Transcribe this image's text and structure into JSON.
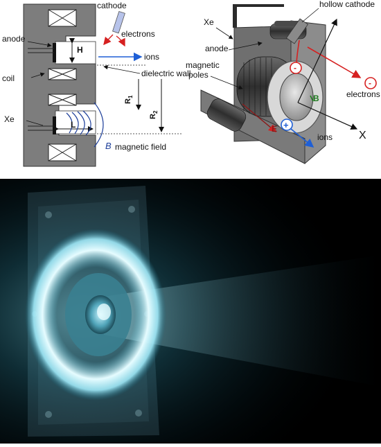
{
  "left_diagram": {
    "cathode": "cathode",
    "electrons": "electrons",
    "anode": "anode",
    "H": "H",
    "ions": "ions",
    "dielectric_wall": "dielectric wall",
    "coil": "coil",
    "R1": "R",
    "R1_sub": "1",
    "R2": "R",
    "R2_sub": "2",
    "Xe": "Xe",
    "L": "L",
    "B": "B",
    "magnetic_field": "magnetic field"
  },
  "right_diagram": {
    "hollow_cathode": "hollow cathode",
    "Xe": "Xe",
    "anode": "anode",
    "magnetic_poles_line1": "magnetic",
    "magnetic_poles_line2": "poles",
    "electron_sign": "-",
    "electrons": "electrons",
    "B": "B",
    "E": "E",
    "ion_sign": "+",
    "ions": "ions",
    "X": "X"
  },
  "colors": {
    "section_gray": "#7d7d7d",
    "ion_arrow": "#1f5fd6",
    "electron_arrow": "#d62020",
    "field_line": "#1e3f9a",
    "plasma_glow": "#bff6ff"
  }
}
